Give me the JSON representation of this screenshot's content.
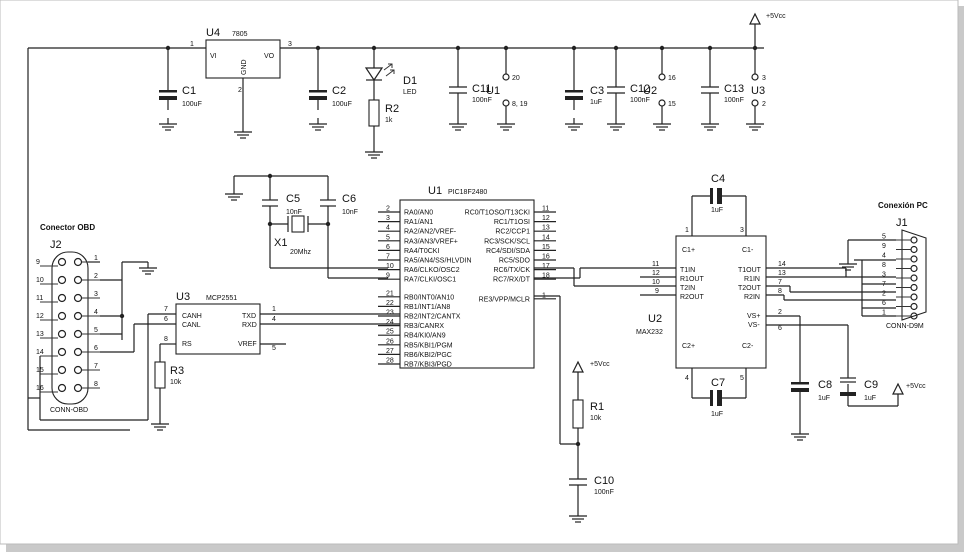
{
  "sheet": {
    "power_label": "+5Vcc",
    "conn_obd_title": "Conector OBD",
    "conn_pc_title": "Conexión PC"
  },
  "regulator": {
    "ref": "U4",
    "part": "7805",
    "vi": "VI",
    "vo": "VO",
    "gnd": "GND",
    "pin_in": "1",
    "pin_out": "3",
    "pin_gnd": "2"
  },
  "caps": {
    "c1": {
      "ref": "C1",
      "value": "100uF"
    },
    "c2": {
      "ref": "C2",
      "value": "100uF"
    },
    "c3": {
      "ref": "C3",
      "value": "1uF"
    },
    "c4": {
      "ref": "C4",
      "value": "1uF"
    },
    "c5": {
      "ref": "C5",
      "value": "10nF"
    },
    "c6": {
      "ref": "C6",
      "value": "10nF"
    },
    "c7": {
      "ref": "C7",
      "value": "1uF"
    },
    "c8": {
      "ref": "C8",
      "value": "1uF"
    },
    "c9": {
      "ref": "C9",
      "value": "1uF"
    },
    "c10": {
      "ref": "C10",
      "value": "100nF"
    },
    "c11": {
      "ref": "C11",
      "value": "100nF"
    },
    "c12": {
      "ref": "C12",
      "value": "100nF"
    },
    "c13": {
      "ref": "C13",
      "value": "100nF"
    }
  },
  "led": {
    "ref": "D1",
    "value": "LED"
  },
  "resistors": {
    "r1": {
      "ref": "R1",
      "value": "10k"
    },
    "r2": {
      "ref": "R2",
      "value": "1k"
    },
    "r3": {
      "ref": "R3",
      "value": "10k"
    }
  },
  "crystal": {
    "ref": "X1",
    "value": "20Mhz"
  },
  "power_pins": {
    "u1": {
      "ref": "U1",
      "vdd": "20",
      "vss": "8, 19"
    },
    "u2": {
      "ref": "U2",
      "vdd": "16",
      "vss": "15"
    },
    "u3": {
      "ref": "U3",
      "vdd": "3",
      "vss": "2"
    }
  },
  "pic": {
    "ref": "U1",
    "part": "PIC18F2480",
    "left_pins": [
      {
        "num": "2",
        "name": "RA0/AN0"
      },
      {
        "num": "3",
        "name": "RA1/AN1"
      },
      {
        "num": "4",
        "name": "RA2/AN2/VREF-"
      },
      {
        "num": "5",
        "name": "RA3/AN3/VREF+"
      },
      {
        "num": "6",
        "name": "RA4/T0CKI"
      },
      {
        "num": "7",
        "name": "RA5/AN4/SS/HLVDIN"
      },
      {
        "num": "10",
        "name": "RA6/CLKO/OSC2"
      },
      {
        "num": "9",
        "name": "RA7/CLKI/OSC1"
      },
      {
        "num": "21",
        "name": "RB0/INT0/AN10"
      },
      {
        "num": "22",
        "name": "RB1/INT1/AN8"
      },
      {
        "num": "23",
        "name": "RB2/INT2/CANTX"
      },
      {
        "num": "24",
        "name": "RB3/CANRX"
      },
      {
        "num": "25",
        "name": "RB4/KI0/AN9"
      },
      {
        "num": "26",
        "name": "RB5/KBI1/PGM"
      },
      {
        "num": "27",
        "name": "RB6/KBI2/PGC"
      },
      {
        "num": "28",
        "name": "RB7/KBI3/PGD"
      }
    ],
    "right_pins": [
      {
        "num": "11",
        "name": "RC0/T1OSO/T13CKI"
      },
      {
        "num": "12",
        "name": "RC1/T1OSI"
      },
      {
        "num": "13",
        "name": "RC2/CCP1"
      },
      {
        "num": "14",
        "name": "RC3/SCK/SCL"
      },
      {
        "num": "15",
        "name": "RC4/SDI/SDA"
      },
      {
        "num": "16",
        "name": "RC5/SDO"
      },
      {
        "num": "17",
        "name": "RC6/TX/CK"
      },
      {
        "num": "18",
        "name": "RC7/RX/DT"
      },
      {
        "num": "1",
        "name": "RE3/VPP/MCLR"
      }
    ]
  },
  "mcp": {
    "ref": "U3",
    "part": "MCP2551",
    "canh": "CANH",
    "canl": "CANL",
    "rs": "RS",
    "txd": "TXD",
    "rxd": "RXD",
    "vref": "VREF",
    "p_canh": "7",
    "p_canl": "6",
    "p_rs": "8",
    "p_txd": "1",
    "p_rxd": "4",
    "p_vref": "5"
  },
  "max": {
    "ref": "U2",
    "part": "MAX232",
    "c1p": "C1+",
    "c1m": "C1-",
    "c2p": "C2+",
    "c2m": "C2-",
    "t1in": "T1IN",
    "r1out": "R1OUT",
    "t2in": "T2IN",
    "r2out": "R2OUT",
    "t1out": "T1OUT",
    "r1in": "R1IN",
    "t2out": "T2OUT",
    "r2in": "R2IN",
    "vp": "VS+",
    "vm": "VS-",
    "p_c1p": "1",
    "p_c1m": "3",
    "p_c2p": "4",
    "p_c2m": "5",
    "p_t1in": "11",
    "p_r1out": "12",
    "p_t2in": "10",
    "p_r2out": "9",
    "p_t1out": "14",
    "p_r1in": "13",
    "p_t2out": "7",
    "p_r2in": "8",
    "p_vp": "2",
    "p_vm": "6"
  },
  "obd": {
    "ref": "J2",
    "part": "CONN-OBD",
    "left_pins": [
      "9",
      "10",
      "11",
      "12",
      "13",
      "14",
      "15",
      "16"
    ],
    "right_pins": [
      "1",
      "2",
      "3",
      "4",
      "5",
      "6",
      "7",
      "8"
    ]
  },
  "db9": {
    "ref": "J1",
    "part": "CONN-D9M",
    "pins": [
      "5",
      "9",
      "4",
      "8",
      "3",
      "7",
      "2",
      "6",
      "1"
    ]
  }
}
